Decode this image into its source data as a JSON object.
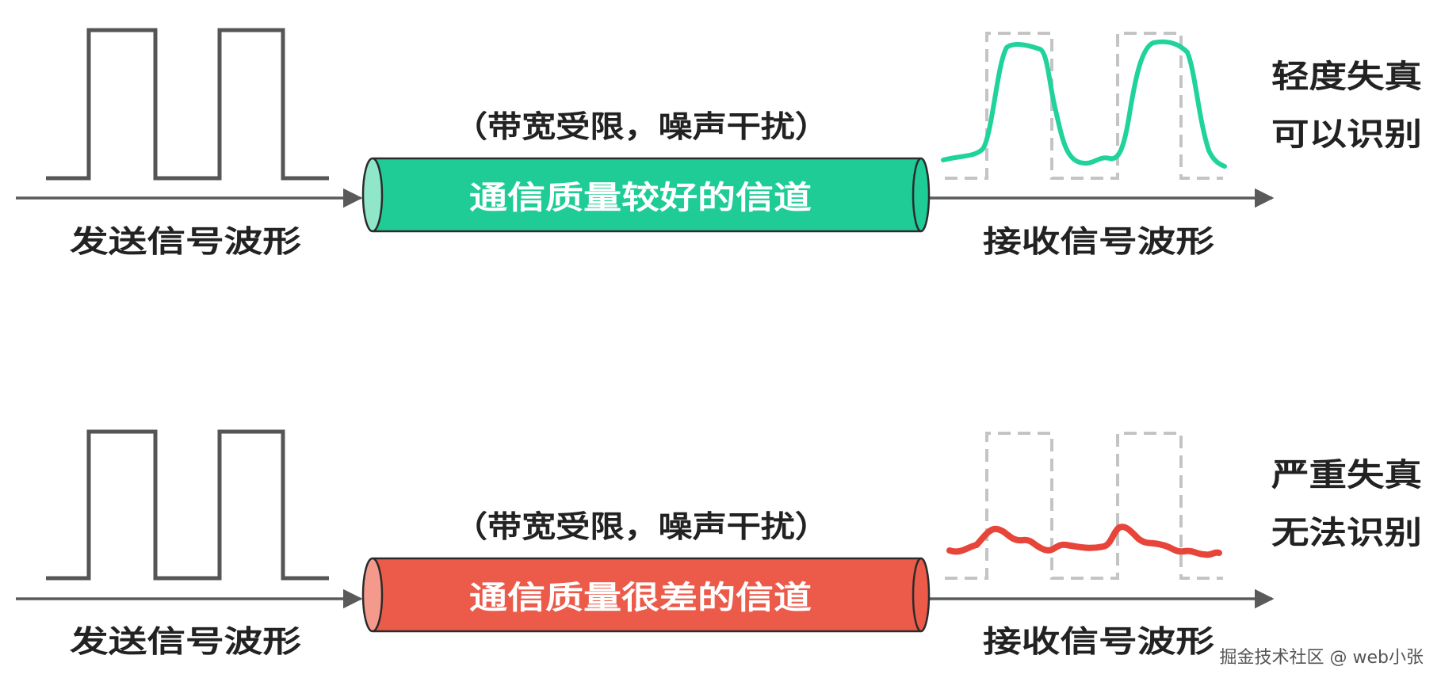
{
  "colors": {
    "axis": "#5a5a5a",
    "square_wave": "#555555",
    "reference_wave": "#c4c4c4",
    "good_channel": "#1fcc96",
    "good_wave": "#1fd39a",
    "bad_channel": "#ec5a4a",
    "bad_wave": "#e8453a",
    "label_text": "#222222",
    "channel_text": "#ffffff"
  },
  "rows": [
    {
      "quality": "good",
      "send_label": "发送信号波形",
      "condition_label": "（带宽受限，噪声干扰）",
      "channel_label": "通信质量较好的信道",
      "receive_label": "接收信号波形",
      "result_lines": [
        "轻度失真",
        "可以识别"
      ]
    },
    {
      "quality": "bad",
      "send_label": "发送信号波形",
      "condition_label": "（带宽受限，噪声干扰）",
      "channel_label": "通信质量很差的信道",
      "receive_label": "接收信号波形",
      "result_lines": [
        "严重失真",
        "无法识别"
      ]
    }
  ],
  "watermark": "掘金技术社区 @ web小张"
}
